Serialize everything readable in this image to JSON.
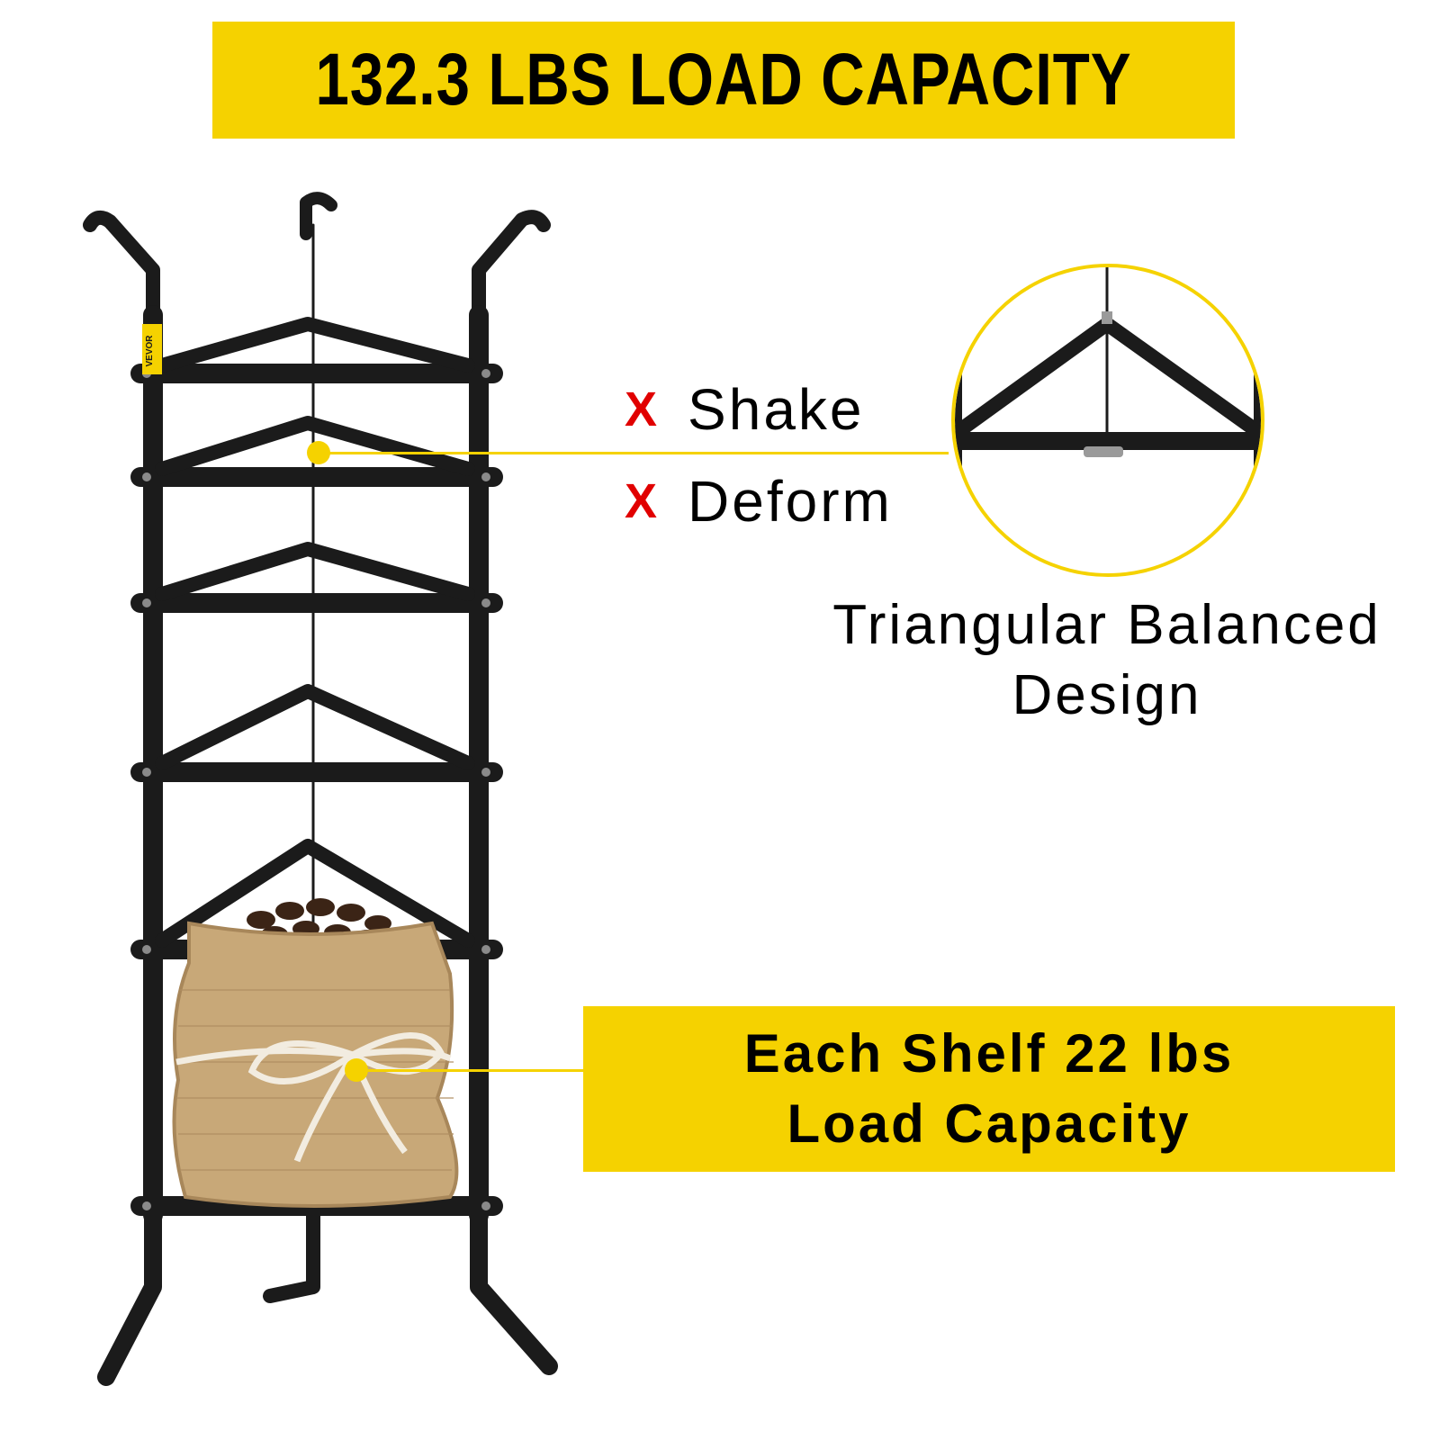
{
  "banner": {
    "title": "132.3 LBS LOAD CAPACITY",
    "color": "#f5d200"
  },
  "product": {
    "brand_mark": "VEVOR"
  },
  "features": [
    {
      "icon": "x-mark-icon",
      "mark": "X",
      "label": "Shake"
    },
    {
      "icon": "x-mark-icon",
      "mark": "X",
      "label": "Deform"
    }
  ],
  "design_callout": {
    "line1": "Triangular Balanced",
    "line2": "Design"
  },
  "capacity_callout": {
    "line1": "Each Shelf 22 lbs",
    "line2": "Load Capacity"
  },
  "colors": {
    "accent": "#f5d200",
    "x_mark": "#e10000",
    "rack": "#1b1b1b"
  }
}
